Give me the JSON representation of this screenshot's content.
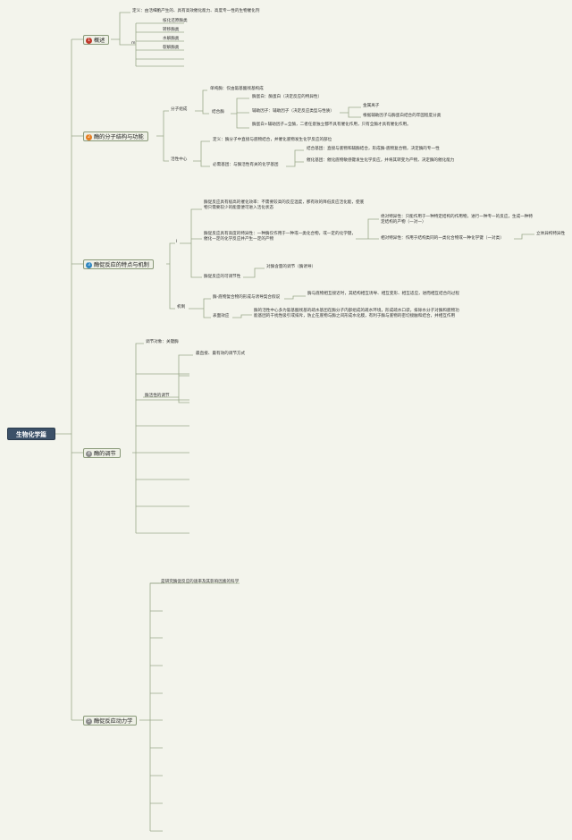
{
  "root": "生物化学篇",
  "branches": [
    {
      "num": "1",
      "color": "#c0392b",
      "label": "概述"
    },
    {
      "num": "2",
      "color": "#e67e22",
      "label": "酶的分子结构与功能"
    },
    {
      "num": "3",
      "color": "#2e86c1",
      "label": "酶促反应的特点与机制"
    },
    {
      "num": "4",
      "color": "#8e8e8e",
      "label": "酶的调节"
    },
    {
      "num": "5",
      "color": "#8e8e8e",
      "label": "酶促反应动力学"
    }
  ],
  "b1": {
    "def": "定义：由活细胞产生的、具有高效催化能力、高度专一性的生物催化剂",
    "m": "m",
    "types": [
      "核化还原酶类",
      "转移酶类",
      "水解酶类",
      "裂解酶类"
    ]
  },
  "b2": {
    "mol": "分子组成",
    "simple": "单纯酶：仅由氨基酸残基构成",
    "conj": "结合酶",
    "apo": "酶蛋白：酶蛋白（决定反应的特异性）",
    "cof": "辅助因子：辅助因子（决定反应类型与性质）",
    "metal": "金属离子",
    "coe": "根据辅助因子与酶蛋白结合的牢固程度分类",
    "holo": "酶蛋白+辅助因子=全酶，二者任意独立都不具有催化作用，只有全酶才具有催化作用。",
    "active": "活性中心",
    "adef": "定义：酶分子中直接与底物结合，并催化底物发生化学反应的部位",
    "ess": "必需基团：与酶活性有关的化学基团",
    "bind": "结合基团：直接与底物和辅酶结合，形成酶-底物复合物，决定酶的专一性",
    "cat": "催化基团：催化底物敏感键发生化学反应，并将其转变为产物，决定酶的催化能力"
  },
  "b3": {
    "i": "I",
    "eff": "酶促反应具有极高的催化效率：不需要较高的反应温度，那有效的降低反应活化能，使底物只需要较少的能量便可进入活化状态",
    "spec": "酶促反应具有高度的特异性：一种酶仅作用于一种或一类化合物，或一定的化学键，催化一定的化学反应并产生一定的产物",
    "abs": "绝对特异性：只能作用于一种特定结构的作用物，进行一种专一的反应，生成一种特定结构的产物（一对一）",
    "rel": "相对特异性：作用于结构类同的一类化合物或一种化学键（一对类）",
    "stereo": "立体异构特异性",
    "adj": "酶促反应的可调节性",
    "adjd": "对酶含量的调节（酶诱导）",
    "mech": "机制",
    "mech1": "酶-底物复合物的形成与诱导契合假说",
    "mech1d": "酶与底物相互接近时，其结构相互诱导、相互变形、相互适应，进而相互结合的过程",
    "mech2": "表面效应",
    "mech2d": "酶的活性中心多为氨基酸残基的疏水基团在酶分子内部组成的疏水环境，形成疏水口袋，排除水分子对酶和底物功能基团的干扰性吸引或排斥，防止在底物与酶之间形成水化膜，有利于酶与底物的密切接触和结合，并相互作用"
  },
  "b4": {
    "target": "调节对象：关键酶",
    "fast": "最直接、最有效的调节方式",
    "activity": "酶活性的调节"
  },
  "b5": {
    "def": "是研究酶促反应的速率及其影响因素的科学"
  }
}
